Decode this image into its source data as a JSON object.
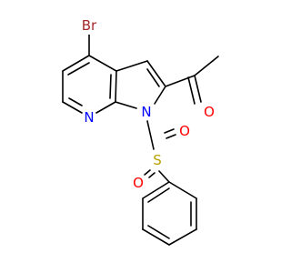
{
  "molecule": {
    "atoms": {
      "br": {
        "label": "Br",
        "color": "#A52A2A"
      },
      "n_pyridine": {
        "label": "N",
        "color": "#0000FF"
      },
      "n_pyrrole": {
        "label": "N",
        "color": "#0000FF"
      },
      "o_ketone": {
        "label": "O",
        "color": "#FF0000"
      },
      "s_sulfonyl": {
        "label": "S",
        "color": "#B8A000"
      },
      "o_sulfonyl_1": {
        "label": "O",
        "color": "#FF0000"
      },
      "o_sulfonyl_2": {
        "label": "O",
        "color": "#FF0000"
      }
    },
    "bond_color": "#000000",
    "background": "#FFFFFF"
  }
}
